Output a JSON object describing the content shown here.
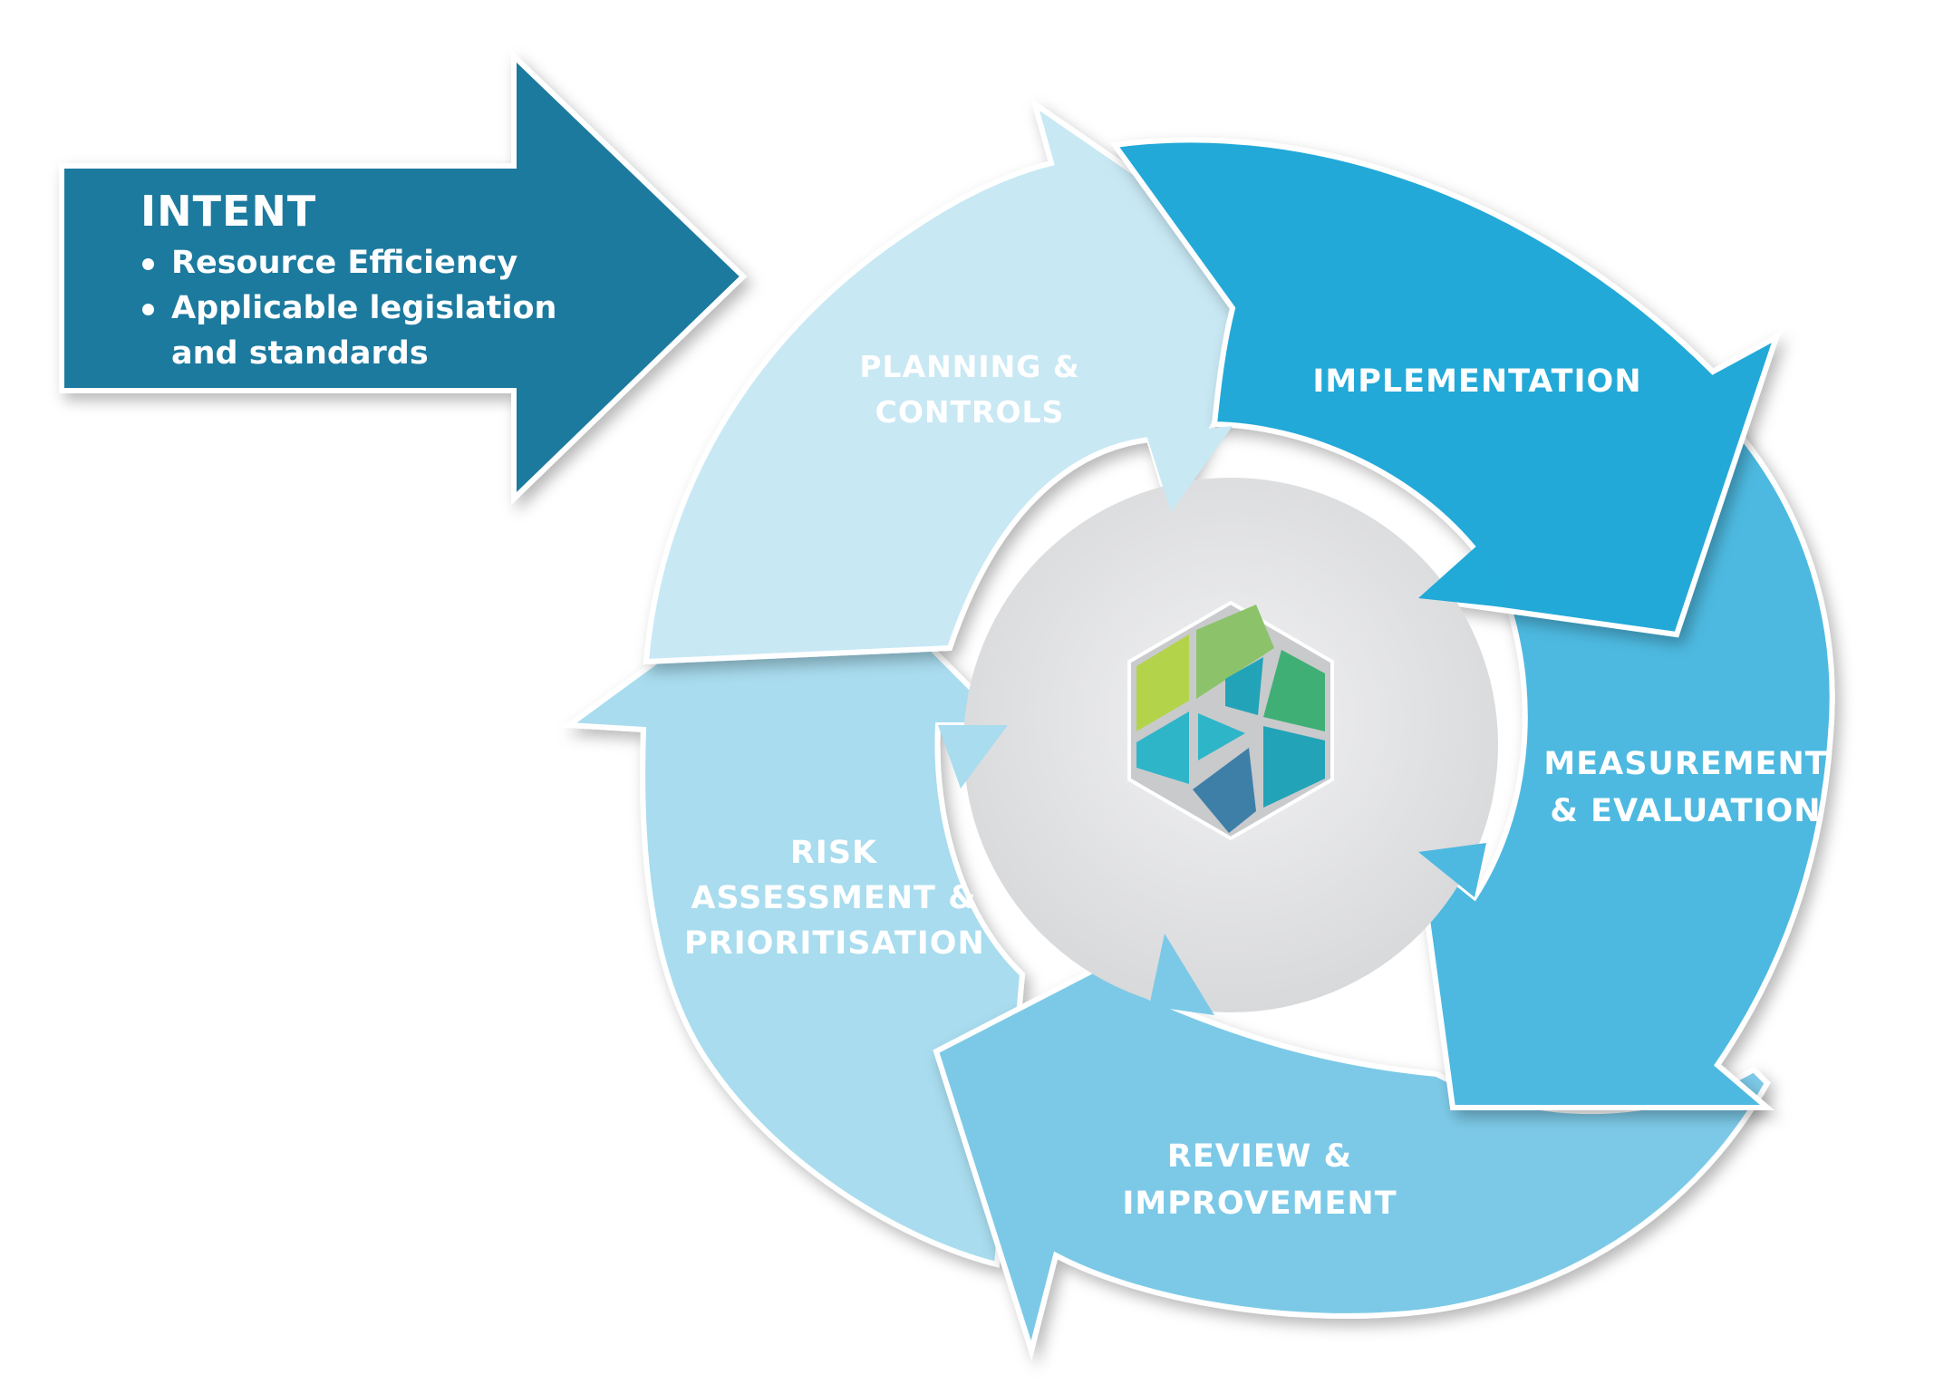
{
  "intent": {
    "title": "INTENT",
    "bullets": [
      {
        "line1": "Resource Efficiency",
        "line2": ""
      },
      {
        "line1": "Applicable legislation",
        "line2": "and standards"
      }
    ]
  },
  "stages": [
    {
      "line1": "PLANNING &",
      "line2": "CONTROLS",
      "line3": ""
    },
    {
      "line1": "IMPLEMENTATION",
      "line2": "",
      "line3": ""
    },
    {
      "line1": "MEASUREMENT",
      "line2": "& EVALUATION",
      "line3": ""
    },
    {
      "line1": "REVIEW &",
      "line2": "IMPROVEMENT",
      "line3": ""
    },
    {
      "line1": "RISK",
      "line2": "ASSESSMENT &",
      "line3": "PRIORITISATION"
    }
  ],
  "colors": {
    "intent_arrow": "#1f7a9e",
    "planning": "#c8e8f4",
    "implementation": "#21a9d8",
    "measurement": "#4db9e0",
    "review": "#7cc9e7",
    "risk": "#a8dcee",
    "center": "#e6e7e8",
    "logo_greens": [
      "#b3d44a",
      "#8cc36a",
      "#3faf76"
    ],
    "logo_blues": [
      "#2fb5c8",
      "#22a3b7",
      "#3e7fa8"
    ]
  }
}
